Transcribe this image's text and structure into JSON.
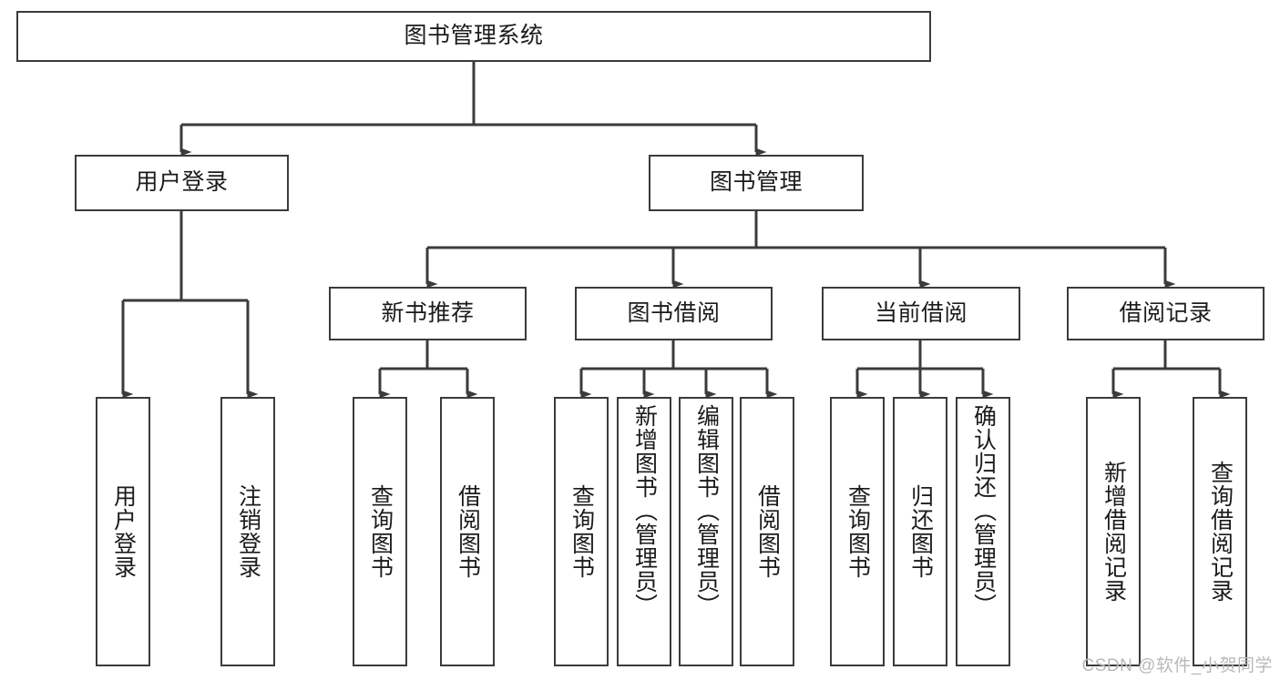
{
  "diagram": {
    "title": "图书管理系统",
    "type": "tree",
    "watermark": "CSDN @软件_小贺同学",
    "edge_color": "#3b3b3b",
    "box_border_color": "#3b3b3b",
    "box_fill_color": "#ffffff",
    "text_color": "#1b1b1b",
    "nodes": {
      "root": "图书管理系统",
      "level2": [
        "用户登录",
        "图书管理"
      ],
      "level3": [
        "新书推荐",
        "图书借阅",
        "当前借阅",
        "借阅记录"
      ],
      "leaves_user_login": [
        "用户登录",
        "注销登录"
      ],
      "leaves_new_book": [
        "查询图书",
        "借阅图书"
      ],
      "leaves_borrow": [
        "查询图书",
        "新增图书（管理员）",
        "编辑图书（管理员）",
        "借阅图书"
      ],
      "leaves_current": [
        "查询图书",
        "归还图书",
        "确认归还（管理员）"
      ],
      "leaves_record": [
        "新增借阅记录",
        "查询借阅记录"
      ]
    }
  }
}
